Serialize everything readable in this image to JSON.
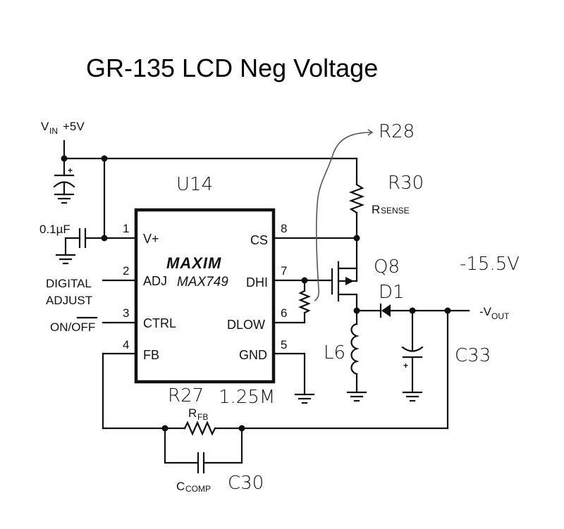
{
  "title": "GR-135 LCD Neg Voltage",
  "supply": {
    "vin_label": "V",
    "vin_sub": "IN",
    "vin_value": "+5V",
    "bypass_cap": "0.1µF"
  },
  "ic": {
    "ref": "U14",
    "logo": "MAXIM",
    "part": "MAX749",
    "pins_left": [
      {
        "num": "1",
        "name": "V+"
      },
      {
        "num": "2",
        "name": "ADJ"
      },
      {
        "num": "3",
        "name": "CTRL"
      },
      {
        "num": "4",
        "name": "FB"
      }
    ],
    "pins_right": [
      {
        "num": "8",
        "name": "CS"
      },
      {
        "num": "7",
        "name": "DHI"
      },
      {
        "num": "6",
        "name": "DLOW"
      },
      {
        "num": "5",
        "name": "GND"
      }
    ]
  },
  "inputs": {
    "digital_adjust_line1": "DIGITAL",
    "digital_adjust_line2": "ADJUST",
    "on_off": "ON/",
    "on_off_bar": "OFF"
  },
  "components": {
    "r28": "R28",
    "r30": "R30",
    "rsense": "R",
    "rsense_sub": "SENSE",
    "q8": "Q8",
    "d1": "D1",
    "l6": "L6",
    "c33": "C33",
    "r27": "R27",
    "r27_value": "1.25M",
    "rfb": "R",
    "rfb_sub": "FB",
    "c30": "C30",
    "ccomp": "C",
    "ccomp_sub": "COMP"
  },
  "output": {
    "vout_label": "-V",
    "vout_sub": "OUT",
    "measured": "-15.5V"
  }
}
